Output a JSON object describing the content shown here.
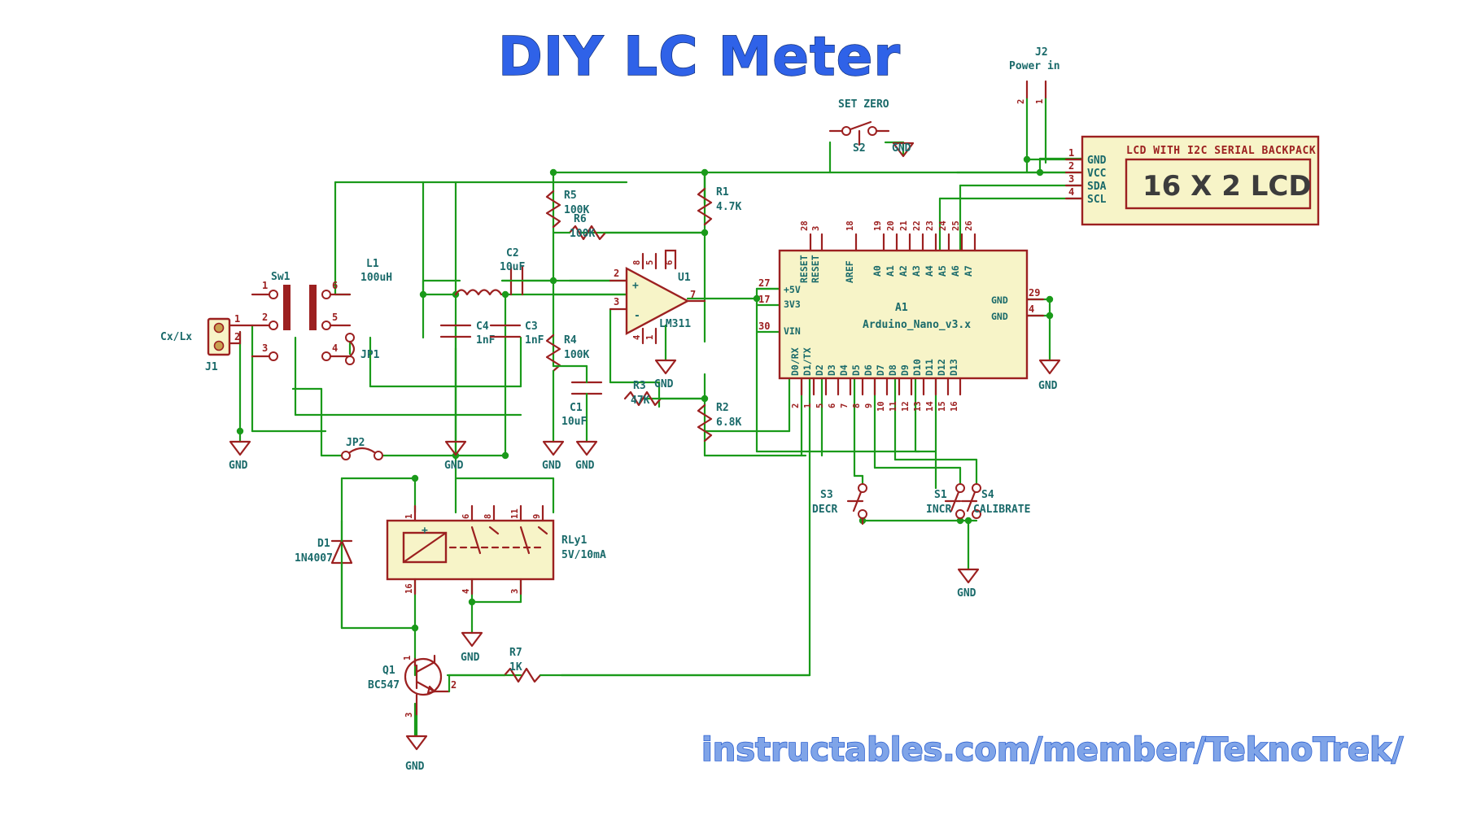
{
  "title": "DIY LC Meter",
  "credit_url": "instructables.com/member/TeknoTrek/",
  "canvas": {
    "background": "#ffffff",
    "wire_color": "#1a9a1a",
    "symbol_color": "#9c2020",
    "label_color": "#1a6a6a",
    "body_fill": "#f7f4c8",
    "title_color": "#2f62e8"
  },
  "connectors": {
    "j1": {
      "ref": "J1",
      "label": "Cx/Lx",
      "pins": [
        "1",
        "2"
      ]
    },
    "j2": {
      "ref": "J2",
      "label": "Power in",
      "pins": [
        "2",
        "1"
      ]
    }
  },
  "switches": {
    "sw1": {
      "ref": "Sw1",
      "pins": [
        "1",
        "6",
        "2",
        "5",
        "3",
        "4"
      ]
    },
    "s1": {
      "ref": "S1",
      "label": "INCR"
    },
    "s2": {
      "ref": "S2",
      "label": "SET ZERO",
      "gnd": "GND"
    },
    "s3": {
      "ref": "S3",
      "label": "DECR"
    },
    "s4": {
      "ref": "S4",
      "label": "CALIBRATE"
    }
  },
  "jumpers": {
    "jp1": "JP1",
    "jp2": "JP2"
  },
  "resistors": [
    {
      "ref": "R1",
      "value": "4.7K"
    },
    {
      "ref": "R2",
      "value": "6.8K"
    },
    {
      "ref": "R3",
      "value": "47K"
    },
    {
      "ref": "R4",
      "value": "100K"
    },
    {
      "ref": "R5",
      "value": "100K"
    },
    {
      "ref": "R6",
      "value": "100K"
    },
    {
      "ref": "R7",
      "value": "1K"
    }
  ],
  "capacitors": [
    {
      "ref": "C1",
      "value": "10uF"
    },
    {
      "ref": "C2",
      "value": "10uF"
    },
    {
      "ref": "C3",
      "value": "1nF"
    },
    {
      "ref": "C4",
      "value": "1nF"
    }
  ],
  "inductor": {
    "ref": "L1",
    "value": "100uH"
  },
  "diode": {
    "ref": "D1",
    "value": "1N4007"
  },
  "transistor": {
    "ref": "Q1",
    "value": "BC547",
    "pins": [
      "1",
      "2",
      "3"
    ]
  },
  "relay": {
    "ref": "RLy1",
    "value": "5V/10mA",
    "pins": [
      "1",
      "16",
      "6",
      "8",
      "11",
      "9",
      "4",
      "3"
    ]
  },
  "comparator": {
    "ref": "U1",
    "value": "LM311",
    "pins": [
      {
        "num": "2",
        "name": "+"
      },
      {
        "num": "3",
        "name": "-"
      },
      {
        "num": "7",
        "name": ""
      },
      {
        "num": "8",
        "name": ""
      },
      {
        "num": "5",
        "name": ""
      },
      {
        "num": "6",
        "name": ""
      },
      {
        "num": "4",
        "name": ""
      },
      {
        "num": "1",
        "name": ""
      }
    ]
  },
  "mcu": {
    "ref": "A1",
    "value": "Arduino_Nano_v3.x",
    "left_pins": [
      {
        "num": "27",
        "name": "+5V"
      },
      {
        "num": "17",
        "name": "3V3"
      },
      {
        "num": "30",
        "name": "VIN"
      }
    ],
    "top_pins": [
      {
        "num": "28",
        "name": "RESET"
      },
      {
        "num": "3",
        "name": "RESET"
      },
      {
        "num": "18",
        "name": "AREF"
      },
      {
        "num": "19",
        "name": "A0"
      },
      {
        "num": "20",
        "name": "A1"
      },
      {
        "num": "21",
        "name": "A2"
      },
      {
        "num": "22",
        "name": "A3"
      },
      {
        "num": "23",
        "name": "A4"
      },
      {
        "num": "24",
        "name": "A5"
      },
      {
        "num": "25",
        "name": "A6"
      },
      {
        "num": "26",
        "name": "A7"
      }
    ],
    "right_pins": [
      {
        "num": "29",
        "name": "GND"
      },
      {
        "num": "4",
        "name": "GND"
      }
    ],
    "bottom_pins": [
      {
        "num": "2",
        "name": "D0/RX"
      },
      {
        "num": "1",
        "name": "D1/TX"
      },
      {
        "num": "5",
        "name": "D2"
      },
      {
        "num": "6",
        "name": "D3"
      },
      {
        "num": "7",
        "name": "D4"
      },
      {
        "num": "8",
        "name": "D5"
      },
      {
        "num": "9",
        "name": "D6"
      },
      {
        "num": "10",
        "name": "D7"
      },
      {
        "num": "11",
        "name": "D8"
      },
      {
        "num": "12",
        "name": "D9"
      },
      {
        "num": "13",
        "name": "D10"
      },
      {
        "num": "14",
        "name": "D11"
      },
      {
        "num": "15",
        "name": "D12"
      },
      {
        "num": "16",
        "name": "D13"
      }
    ]
  },
  "lcd": {
    "title": "LCD WITH I2C SERIAL BACKPACK",
    "screen_text": "16 X 2 LCD",
    "pins": [
      {
        "num": "1",
        "name": "GND"
      },
      {
        "num": "2",
        "name": "VCC"
      },
      {
        "num": "3",
        "name": "SDA"
      },
      {
        "num": "4",
        "name": "SCL"
      }
    ]
  },
  "ground_symbols": [
    {
      "id": "gnd-j1",
      "label": "GND"
    },
    {
      "id": "gnd-c4",
      "label": "GND"
    },
    {
      "id": "gnd-r4",
      "label": "GND"
    },
    {
      "id": "gnd-c1",
      "label": "GND"
    },
    {
      "id": "gnd-u1",
      "label": "GND"
    },
    {
      "id": "gnd-s2",
      "label": "GND"
    },
    {
      "id": "gnd-nano",
      "label": "GND"
    },
    {
      "id": "gnd-switches",
      "label": "GND"
    },
    {
      "id": "gnd-relay",
      "label": "GND"
    },
    {
      "id": "gnd-q1",
      "label": "GND"
    }
  ]
}
